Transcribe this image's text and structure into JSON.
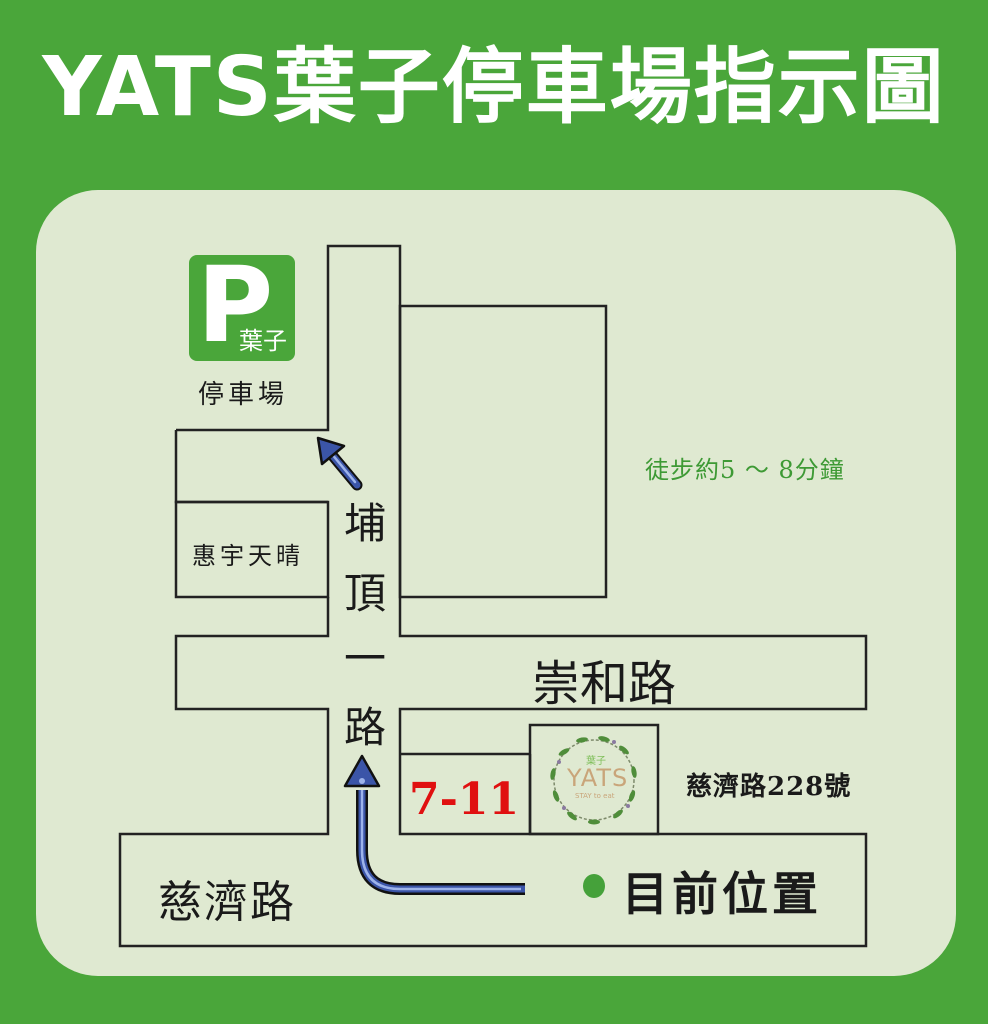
{
  "title": "YATS葉子停車場指示圖",
  "colors": {
    "background": "#4aa63a",
    "panel": "#dfe9d1",
    "line": "#222222",
    "arrow_fill": "#3b55a8",
    "arrow_highlight": "#9db3ea",
    "walk_text": "#3e9a35",
    "seven_eleven": "#e01010",
    "current_dot": "#45a13a"
  },
  "parking": {
    "sign_letter": "P",
    "sign_sub": "葉子",
    "label": "停車場"
  },
  "walk_time": "徒步約5 ～ 8分鐘",
  "buildings": {
    "huiyu": "惠宇天晴",
    "seven_eleven": "7-11",
    "yats_logo": {
      "top": "葉子",
      "name": "YATS",
      "tagline": "STAY to eat"
    }
  },
  "roads": {
    "vertical": [
      "埔",
      "頂",
      "一",
      "路"
    ],
    "chonghe": "崇和路",
    "ciji": "慈濟路"
  },
  "address": "慈濟路228號",
  "current_location": "目前位置",
  "icons": {
    "parking": "parking-sign-icon",
    "arrow_up": "route-arrow-icon",
    "arrow_diag": "route-arrow-diagonal-icon",
    "current_location": "location-dot-icon",
    "logo": "yats-wreath-logo"
  }
}
